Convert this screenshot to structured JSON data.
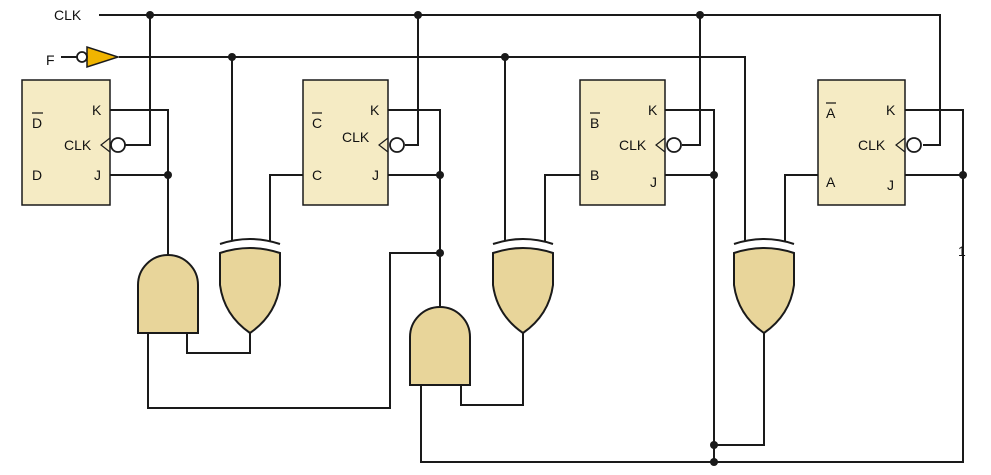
{
  "signals": {
    "clk": "CLK",
    "f": "F",
    "one": "1"
  },
  "flip_flops": [
    {
      "qbar": "D",
      "q": "D",
      "k": "K",
      "clk": "CLK",
      "j": "J"
    },
    {
      "qbar": "C",
      "q": "C",
      "k": "K",
      "clk": "CLK",
      "j": "J"
    },
    {
      "qbar": "B",
      "q": "B",
      "k": "K",
      "clk": "CLK",
      "j": "J"
    },
    {
      "qbar": "A",
      "q": "A",
      "k": "K",
      "clk": "CLK",
      "j": "J"
    }
  ],
  "colors": {
    "gate_fill": "#e8d59a",
    "flipflop_fill": "#f5ebc4",
    "buffer_fill": "#f0b400",
    "wire": "#1a1a1a"
  }
}
